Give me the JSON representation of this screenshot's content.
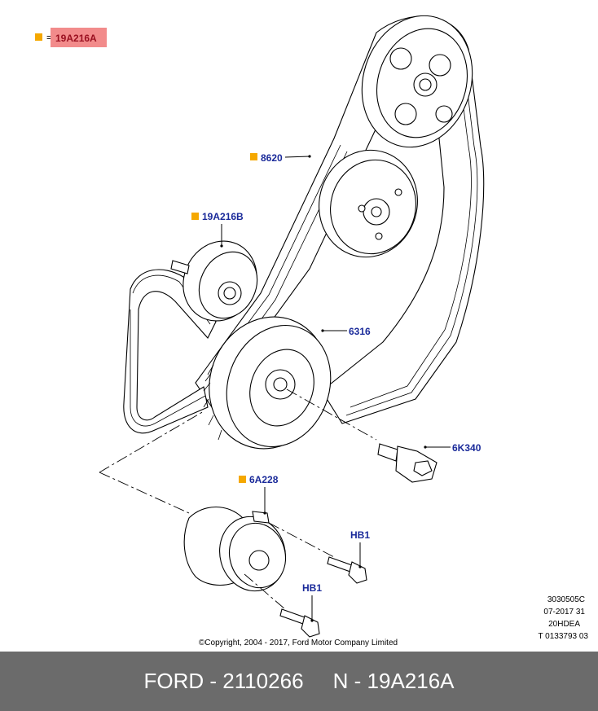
{
  "legend": {
    "equals": "=",
    "highlight_part": "19A216A"
  },
  "callouts": {
    "belt_8620": "8620",
    "idler_19A216B": "19A216B",
    "damper_6316": "6316",
    "bolt_6K340": "6K340",
    "tensioner_6A228": "6A228",
    "bolt_hb1_upper": "HB1",
    "bolt_hb1_lower": "HB1"
  },
  "reference_codes": [
    "3030505C",
    "07-2017 31",
    "20HDEA",
    "T 0133793 03"
  ],
  "copyright": "©Copyright, 2004 - 2017, Ford Motor Company Limited",
  "footer": {
    "brand_part": "FORD - 2110266",
    "catalog_part": "N - 19A216A"
  },
  "colors": {
    "marker": "#f5a800",
    "label": "#1a2a9a",
    "highlight": "#f28b8b",
    "footer_bg": "#6b6b6b"
  }
}
